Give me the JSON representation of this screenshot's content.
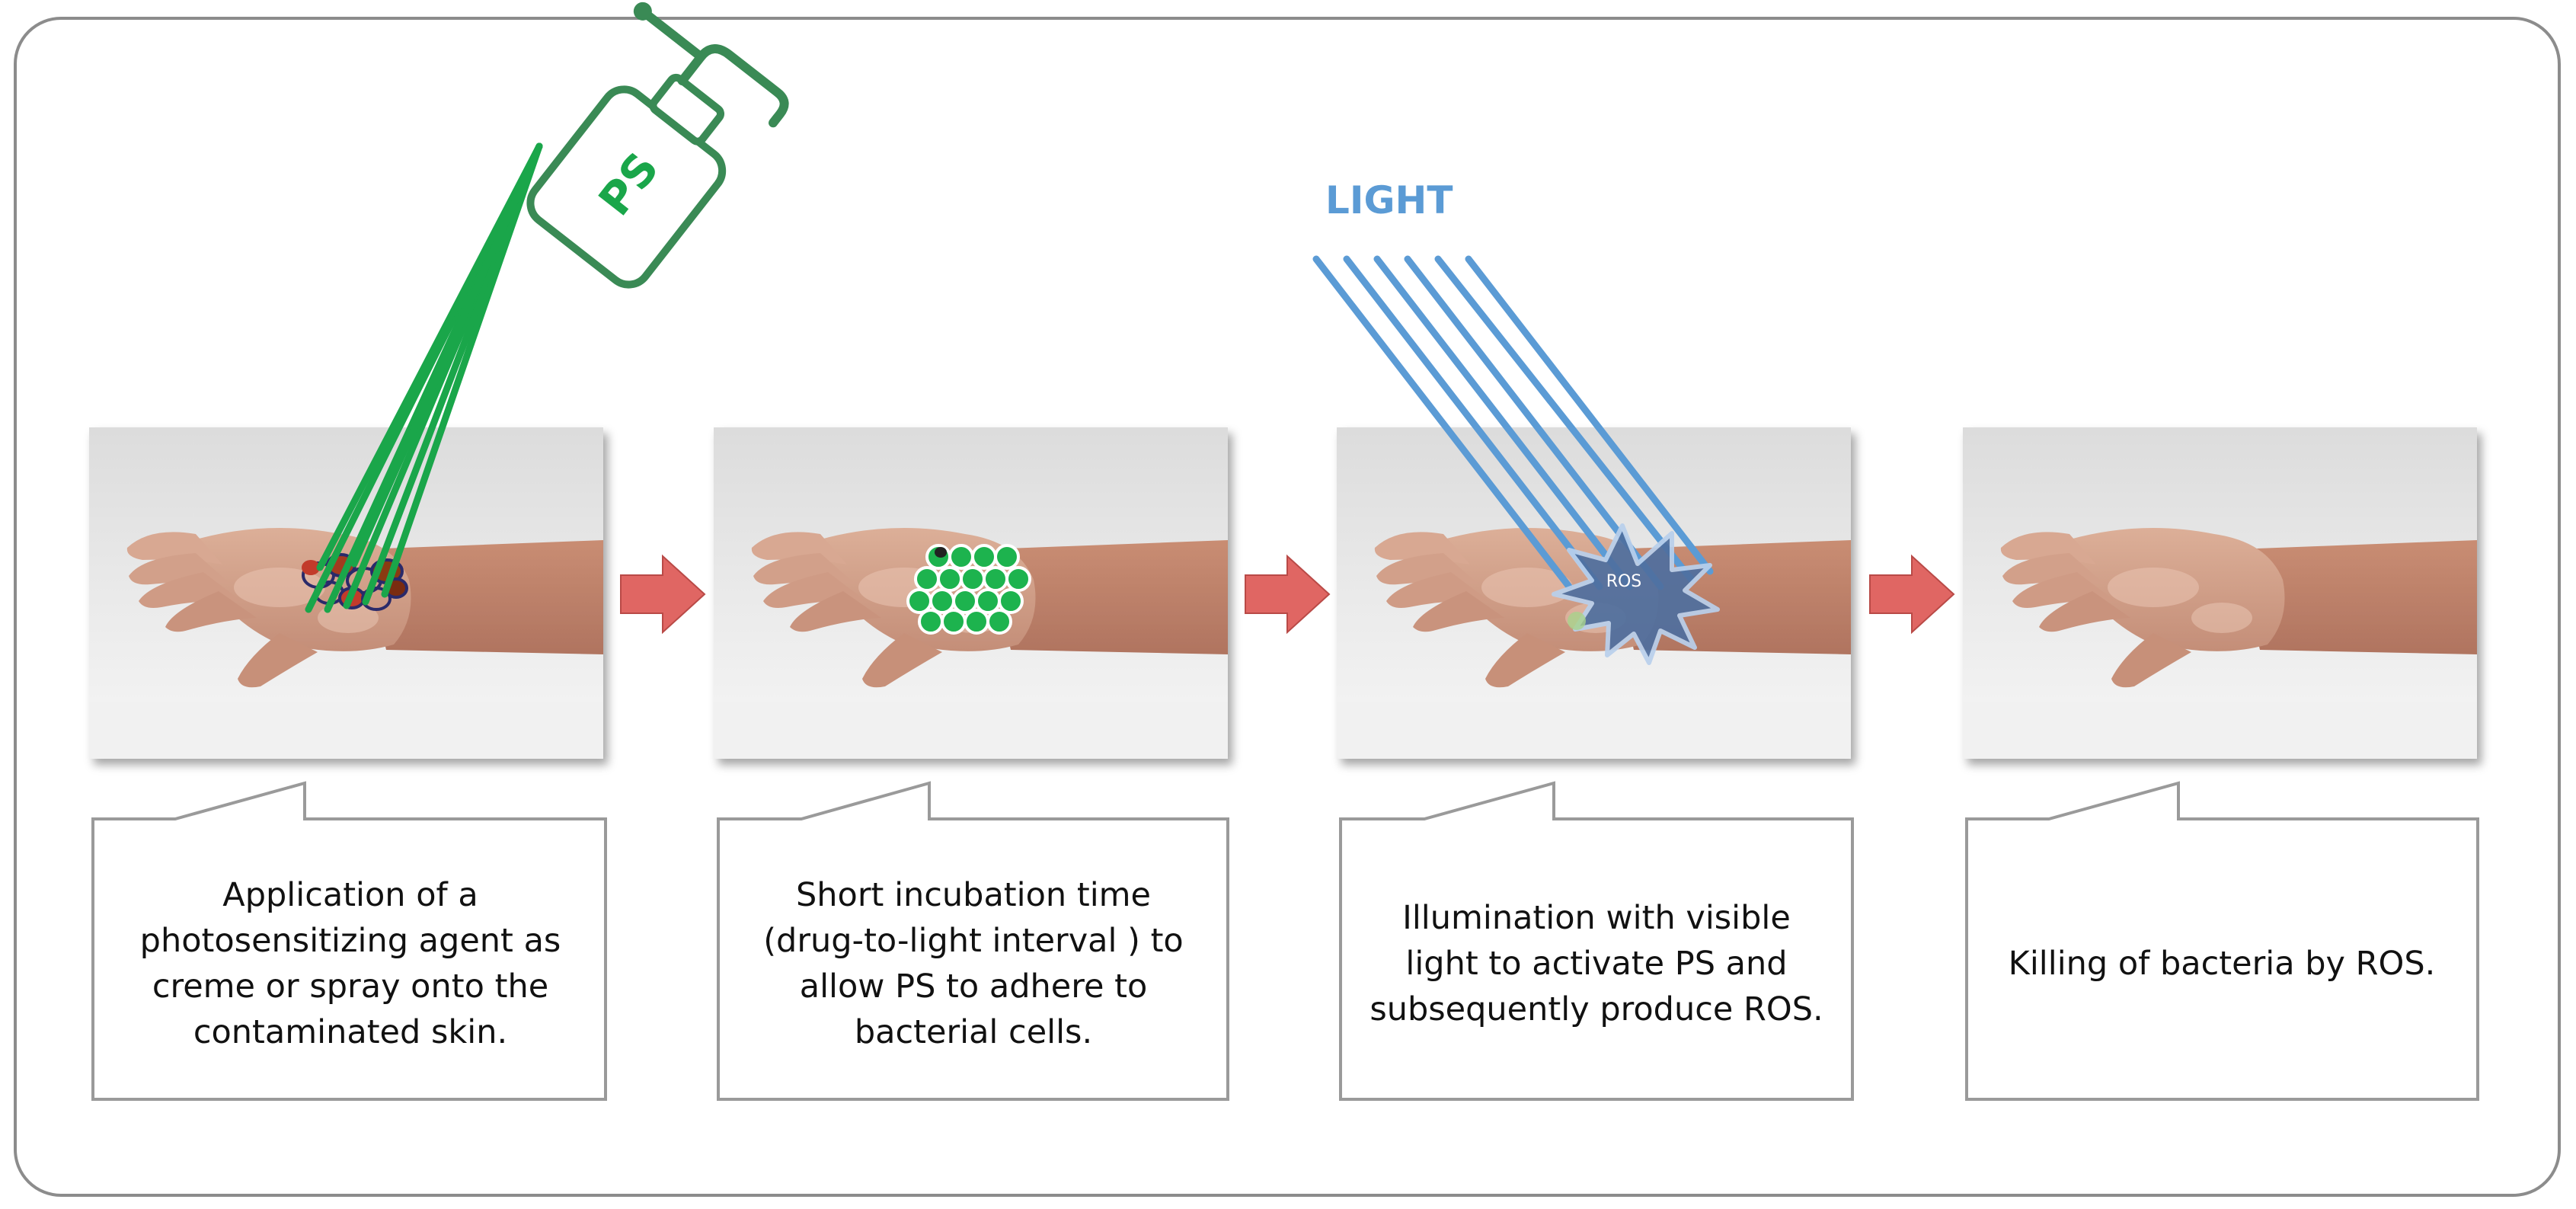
{
  "labels": {
    "light": "LIGHT",
    "bottle": "PS",
    "burst": "ROS"
  },
  "steps": [
    {
      "caption": "Application of a photosensitizing agent as creme or spray onto the contaminated skin."
    },
    {
      "caption": "Short incubation time (drug-to-light interval ) to allow PS to adhere to bacterial cells."
    },
    {
      "caption": "Illumination with visible light to activate PS and subsequently produce ROS."
    },
    {
      "caption": "Killing of bacteria by ROS."
    }
  ],
  "colors": {
    "spray_green": "#1aa64a",
    "bottle_green": "#3a8a55",
    "light_blue": "#5b9bd5",
    "arrow_red": "#e06663",
    "frame_gray": "#8c8c8c",
    "burst_fill": "#4f6f9f",
    "skin": "#d6a48c"
  }
}
